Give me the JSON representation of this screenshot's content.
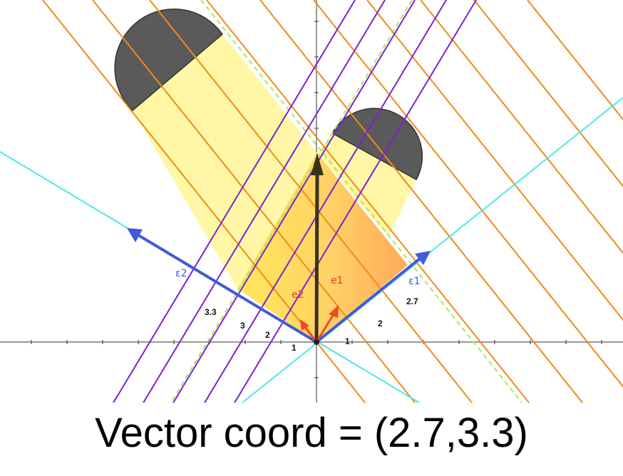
{
  "caption": "Vector coord = (2.7,3.3)",
  "labels": {
    "eps1": "ε1",
    "eps2": "ε2",
    "e1": "e1",
    "e2": "e2"
  },
  "ticks_eps1": [
    "1",
    "2",
    "2.7"
  ],
  "ticks_eps2": [
    "1",
    "2",
    "3",
    "3.3"
  ],
  "colors": {
    "orange_lines": "#f08a1c",
    "purple_lines": "#7a22d0",
    "cyan_lines": "#4de8e8",
    "dashed_green": "#a8e85a",
    "basis_blue": "#3f5bd9",
    "basis_red": "#f04a20",
    "shadow_yellow": "#fff7a0",
    "parallelogram_yellow": "#ffd93a",
    "parallelogram_orange": "#ff9a3a",
    "disc_gray": "#5a5a5a"
  }
}
